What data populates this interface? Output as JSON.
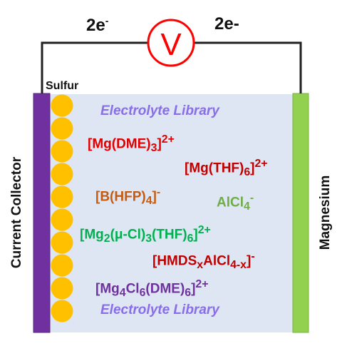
{
  "circuit": {
    "left_charge": "2e",
    "left_charge_sup": "-",
    "right_charge": "2e-",
    "voltmeter_symbol": "V"
  },
  "labels": {
    "sulfur": "Sulfur",
    "current_collector": "Current Collector",
    "magnesium": "Magnesium",
    "library_top": "Electrolyte Library",
    "library_bottom": "Electrolyte Library"
  },
  "species": {
    "mg_dme": {
      "a": "[Mg(DME)",
      "s1": "3",
      "b": "]",
      "sup": "2+"
    },
    "mg_thf": {
      "a": "[Mg(THF)",
      "s1": "6",
      "b": "]",
      "sup": "2+"
    },
    "bhfp": {
      "a": "[B(HFP)",
      "s1": "4",
      "b": "]",
      "sup": "-"
    },
    "alcl4": {
      "a": "AlCl",
      "s1": "4",
      "sup": "-"
    },
    "mg2": {
      "a": "[Mg",
      "s1": "2",
      "b": "(μ-Cl)",
      "s2": "3",
      "c": "(THF)",
      "s3": "6",
      "d": "]",
      "sup": "2+"
    },
    "hmds": {
      "a": "[HMDS",
      "s1": "x",
      "b": "AlCl",
      "s2": "4-x",
      "c": "]",
      "sup": "-"
    },
    "mg4": {
      "a": "[Mg",
      "s1": "4",
      "b": "Cl",
      "s2": "6",
      "c": "(DME)",
      "s3": "6",
      "d": "]",
      "sup": "2+"
    }
  },
  "colors": {
    "collector": "#7030a0",
    "magnesium": "#92d050",
    "electrolyte": "#dde6f2",
    "sulfur": "#ffc000",
    "voltmeter": "#ff0000",
    "red": "#e00000",
    "dark_red": "#c00000",
    "orange": "#c55a11",
    "green": "#70ad47",
    "teal": "#00b050",
    "purple": "#7030a0",
    "library": "#8a6de9"
  }
}
